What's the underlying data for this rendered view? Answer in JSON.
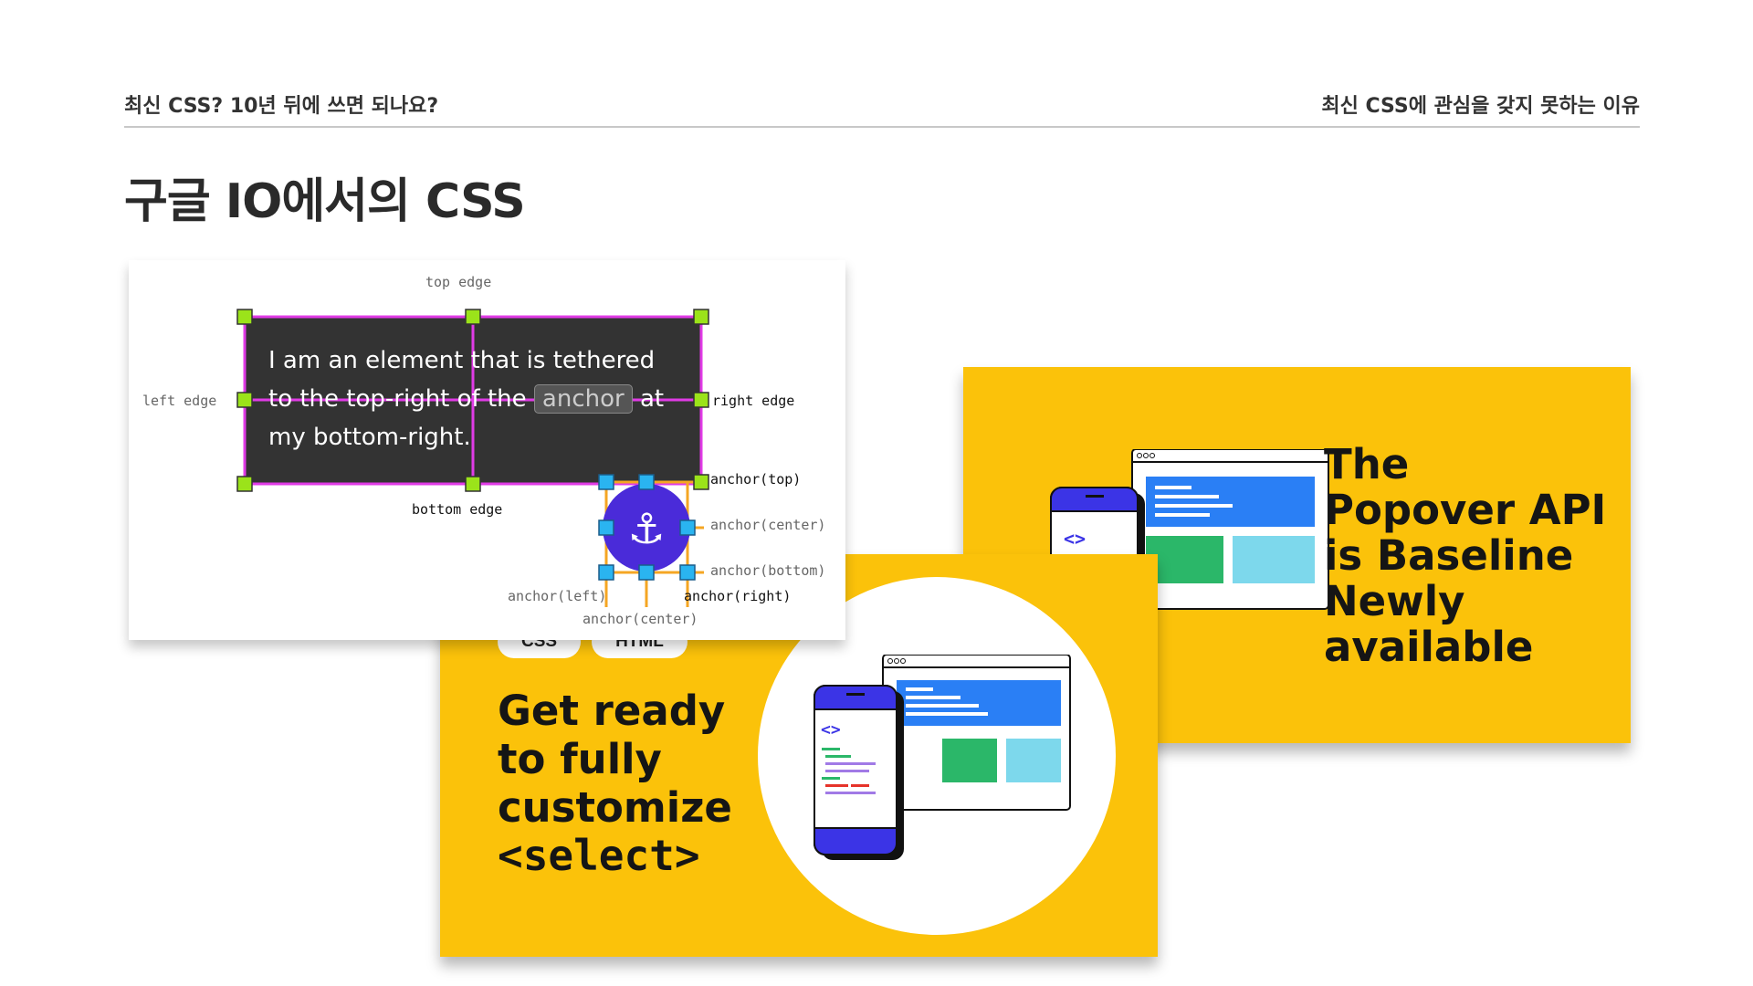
{
  "header": {
    "left": "최신 CSS? 10년 뒤에 쓰면 되나요?",
    "right": "최신 CSS에 관심을 갖지 못하는 이유"
  },
  "title": "구글 IO에서의 CSS",
  "popover_card": {
    "lines": [
      "The",
      "Popover API",
      "is Baseline",
      "Newly",
      "available"
    ]
  },
  "select_card": {
    "tags": [
      "CSS",
      "HTML"
    ],
    "lines": [
      "Get ready",
      "to fully",
      "customize"
    ],
    "code": "<select>"
  },
  "anchor_card": {
    "text_before": "I am an element that is tethered to the top-right of the",
    "chip": "anchor",
    "text_after": "at my bottom-right.",
    "labels": {
      "top": "top edge",
      "left": "left edge",
      "right": "right edge",
      "bottom": "bottom edge",
      "anchor_top": "anchor(top)",
      "anchor_center_v": "anchor(center)",
      "anchor_bottom": "anchor(bottom)",
      "anchor_left": "anchor(left)",
      "anchor_right": "anchor(right)",
      "anchor_center_h": "anchor(center)"
    }
  },
  "colors": {
    "yellow": "#fbc20a",
    "blue": "#2a7ff5",
    "green": "#2bb769",
    "cyan": "#7dd8ec",
    "magenta": "#e03be6",
    "handle_green": "#9be31a",
    "handle_blue": "#2ab4f0",
    "orange": "#f5a623"
  }
}
